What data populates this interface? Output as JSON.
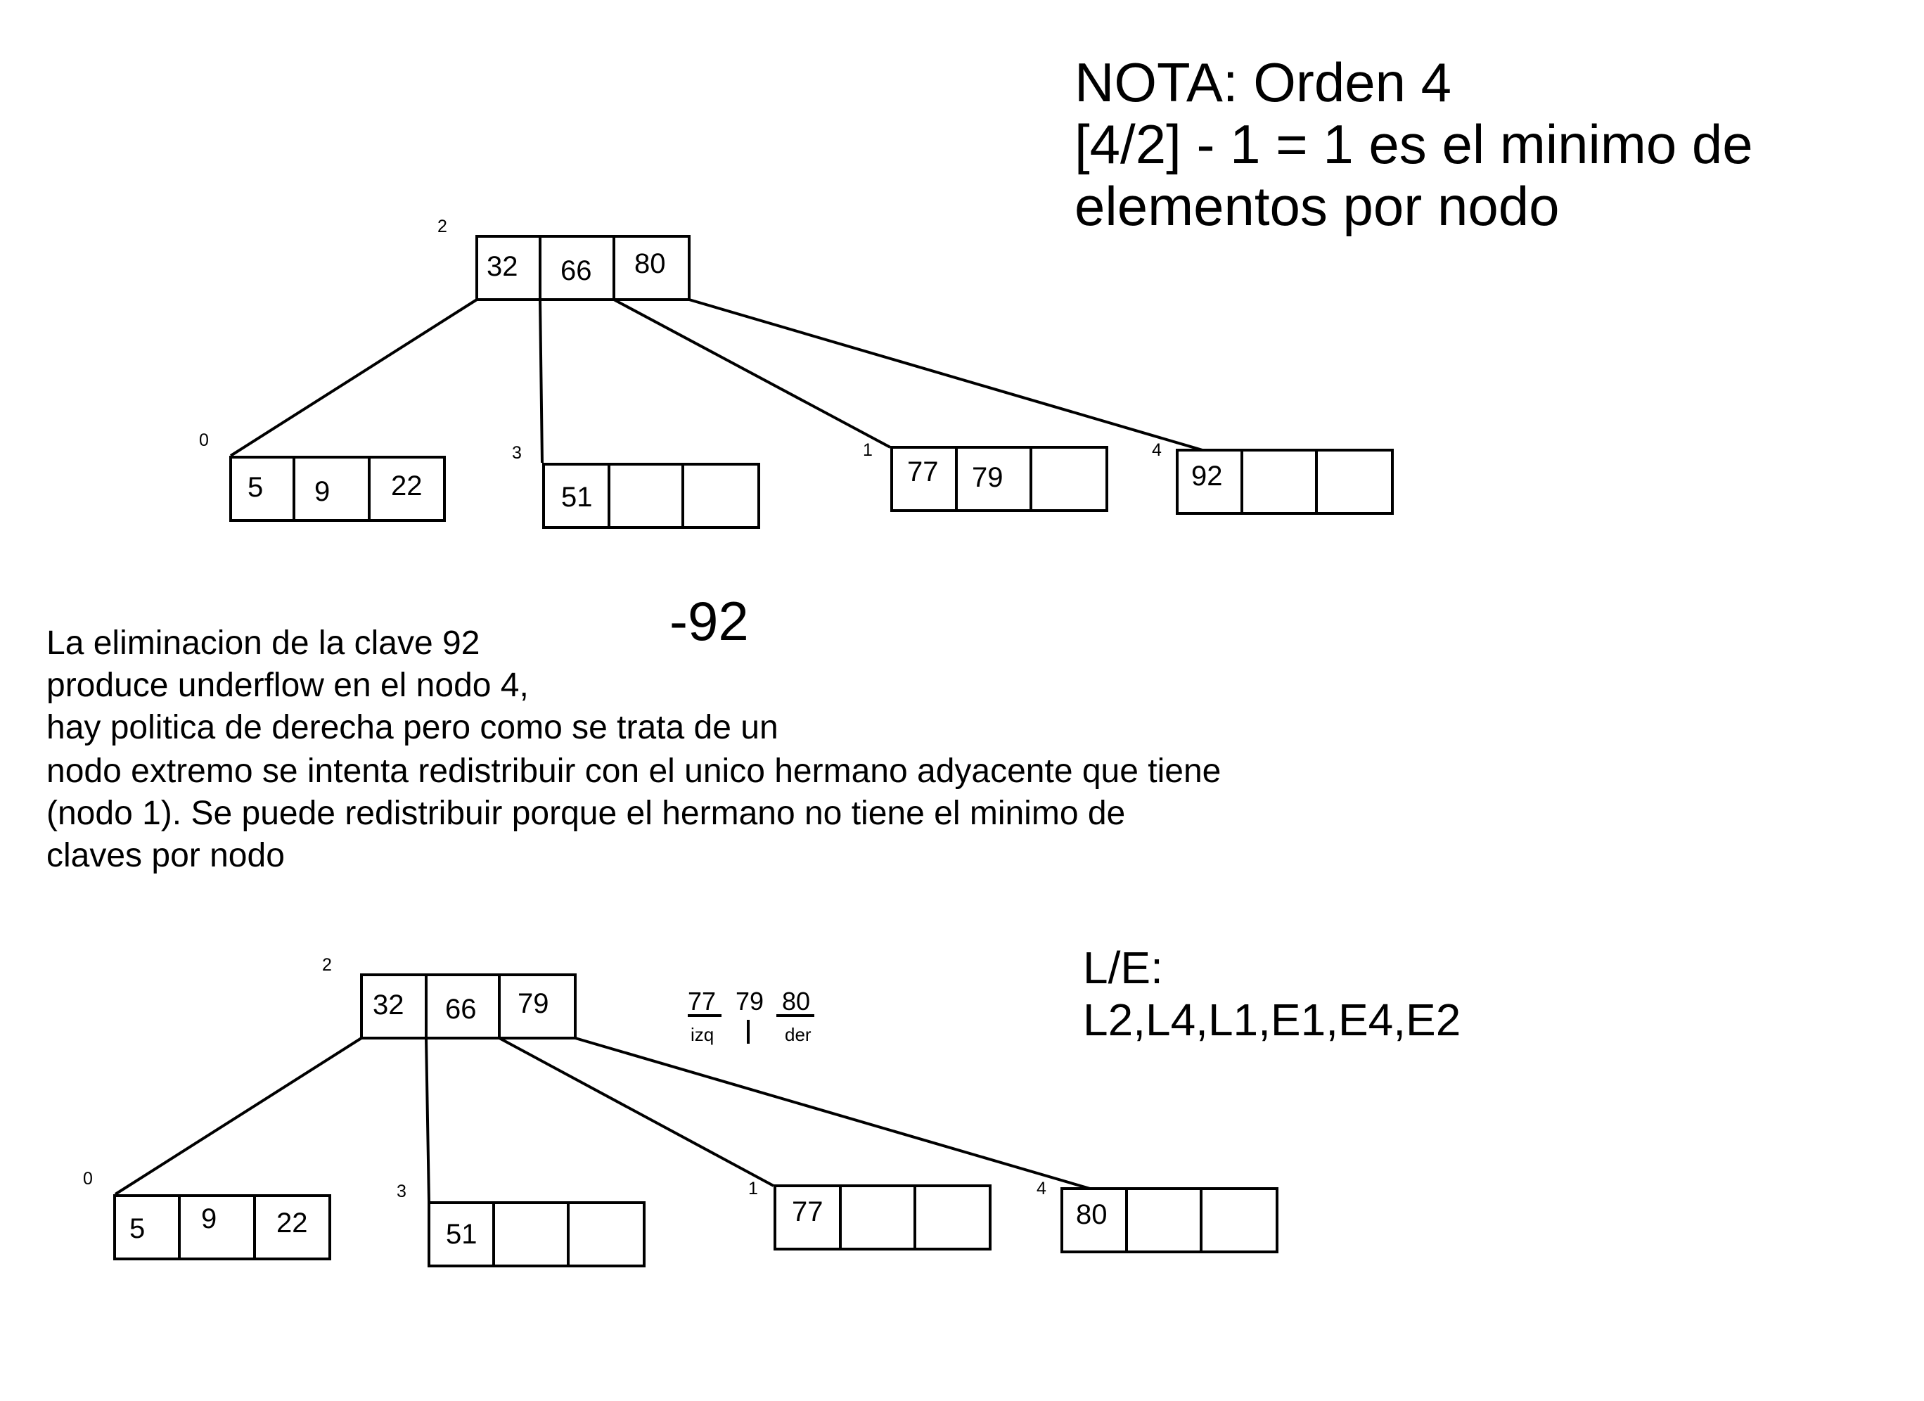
{
  "note": {
    "lines": [
      "NOTA: Orden 4",
      "[4/2] - 1 = 1 es el minimo de",
      "elementos por nodo"
    ]
  },
  "tree_before": {
    "root": {
      "label": "2",
      "keys": [
        "32",
        "66",
        "80"
      ]
    },
    "children": [
      {
        "label": "0",
        "keys": [
          "5",
          "9",
          "22"
        ]
      },
      {
        "label": "3",
        "keys": [
          "51",
          "",
          ""
        ]
      },
      {
        "label": "1",
        "keys": [
          "77",
          "79",
          ""
        ]
      },
      {
        "label": "4",
        "keys": [
          "92",
          "",
          ""
        ]
      }
    ]
  },
  "operation": "-92",
  "description": {
    "lines": [
      "La eliminacion de la clave 92",
      "produce underflow en el nodo 4,",
      "hay politica de derecha pero como se trata de un",
      "nodo extremo se intenta redistribuir con el unico hermano adyacente que tiene",
      "(nodo 1). Se puede redistribuir porque el hermano no tiene el minimo de",
      "claves por nodo"
    ]
  },
  "tree_after": {
    "root": {
      "label": "2",
      "keys": [
        "32",
        "66",
        "79"
      ]
    },
    "children": [
      {
        "label": "0",
        "keys": [
          "5",
          "9",
          "22"
        ]
      },
      {
        "label": "3",
        "keys": [
          "51",
          "",
          ""
        ]
      },
      {
        "label": "1",
        "keys": [
          "77",
          "",
          ""
        ]
      },
      {
        "label": "4",
        "keys": [
          "80",
          "",
          ""
        ]
      }
    ]
  },
  "split_note": {
    "left": "77",
    "middle": "79",
    "right": "80",
    "left_caption": "izq",
    "right_caption": "der"
  },
  "le": {
    "title": "L/E:",
    "sequence": "L2,L4,L1,E1,E4,E2"
  }
}
